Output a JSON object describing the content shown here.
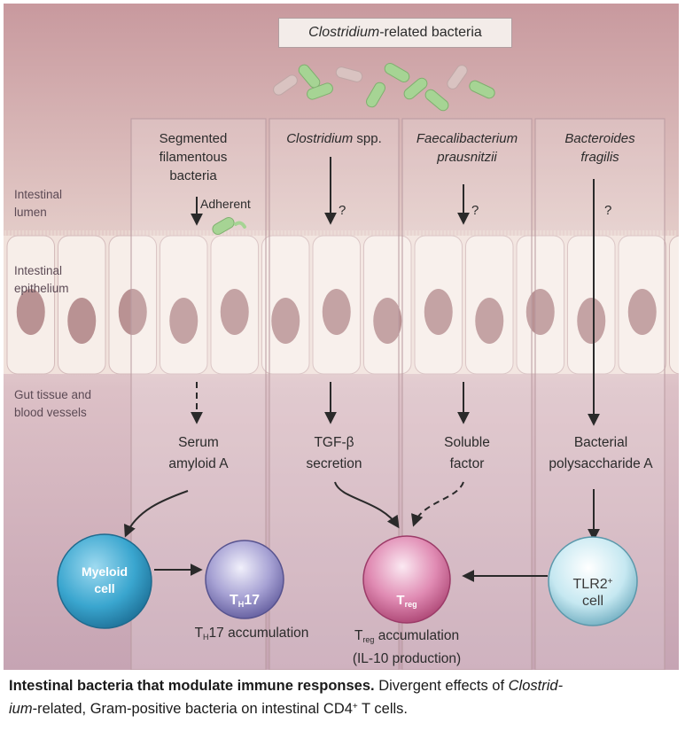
{
  "diagram": {
    "top_label": {
      "italic": "Clostridium",
      "rest": "-related bacteria"
    },
    "zones": {
      "lumen": [
        "Intestinal",
        "lumen"
      ],
      "epithelium": [
        "Intestinal",
        "epithelium"
      ],
      "tissue": [
        "Gut tissue and",
        "blood vessels"
      ]
    },
    "columns": [
      {
        "name_lines": [
          "Segmented",
          "filamentous",
          "bacteria"
        ],
        "italic": false,
        "lumen_note": "Adherent",
        "product": [
          "Serum",
          "amyloid A"
        ]
      },
      {
        "name_lines": [
          "Clostridium",
          "spp."
        ],
        "italic": true,
        "lumen_note": "?",
        "product": [
          "TGF-β",
          "secretion"
        ]
      },
      {
        "name_lines": [
          "Faecalibacterium",
          "prausnitzii"
        ],
        "italic": true,
        "lumen_note": "?",
        "product": [
          "Soluble",
          "factor"
        ]
      },
      {
        "name_lines": [
          "Bacteroides",
          "fragilis"
        ],
        "italic": true,
        "lumen_note": "?",
        "product": [
          "Bacterial",
          "polysaccharide A"
        ]
      }
    ],
    "cells": {
      "myeloid": [
        "Myeloid",
        "cell"
      ],
      "th17": {
        "t": "T",
        "sub": "H",
        "rest": "17"
      },
      "treg": {
        "t": "T",
        "sub": "reg"
      },
      "tlr2": {
        "line1": "TLR2",
        "sup": "+",
        "line2": "cell"
      }
    },
    "outcomes": {
      "th17": {
        "t": "T",
        "sub": "H",
        "rest": "17 accumulation"
      },
      "treg": {
        "t": "T",
        "sub": "reg",
        "rest": "accumulation",
        "line2": "(IL-10 production)"
      }
    },
    "colors": {
      "lumen_top": "#c7989d",
      "tissue_bottom": "#c6a4b3",
      "myeloid": "#3aa6cf",
      "th17": "#9089c4",
      "treg": "#d97ca8",
      "tlr2": "#b4e0ec",
      "bacteria": "#9fcf8e"
    }
  },
  "caption": {
    "bold": "Intestinal bacteria that modulate immune responses.",
    "pre": " Divergent effects of ",
    "italic1": "Clostrid-",
    "italic2": "ium",
    "post": "-related, Gram-positive bacteria on intestinal CD4",
    "sup": "+",
    "end": " T cells."
  }
}
